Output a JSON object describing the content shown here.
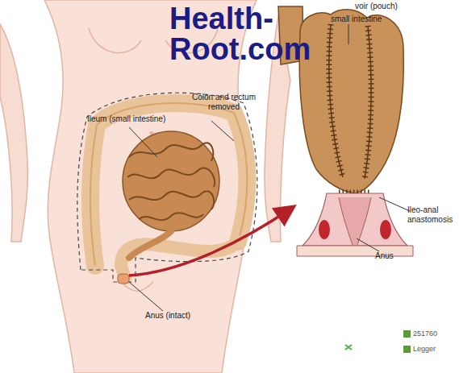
{
  "diagram": {
    "labels": [
      "Health-Root.com",
      "voir (pouch)",
      "small intestine",
      "Ileum (small intestine)",
      "Colon and rectum removed",
      "Ileo-anal anastomosis",
      "Anus (intact)",
      "Anus",
      "251760",
      "Legger"
    ]
  }
}
